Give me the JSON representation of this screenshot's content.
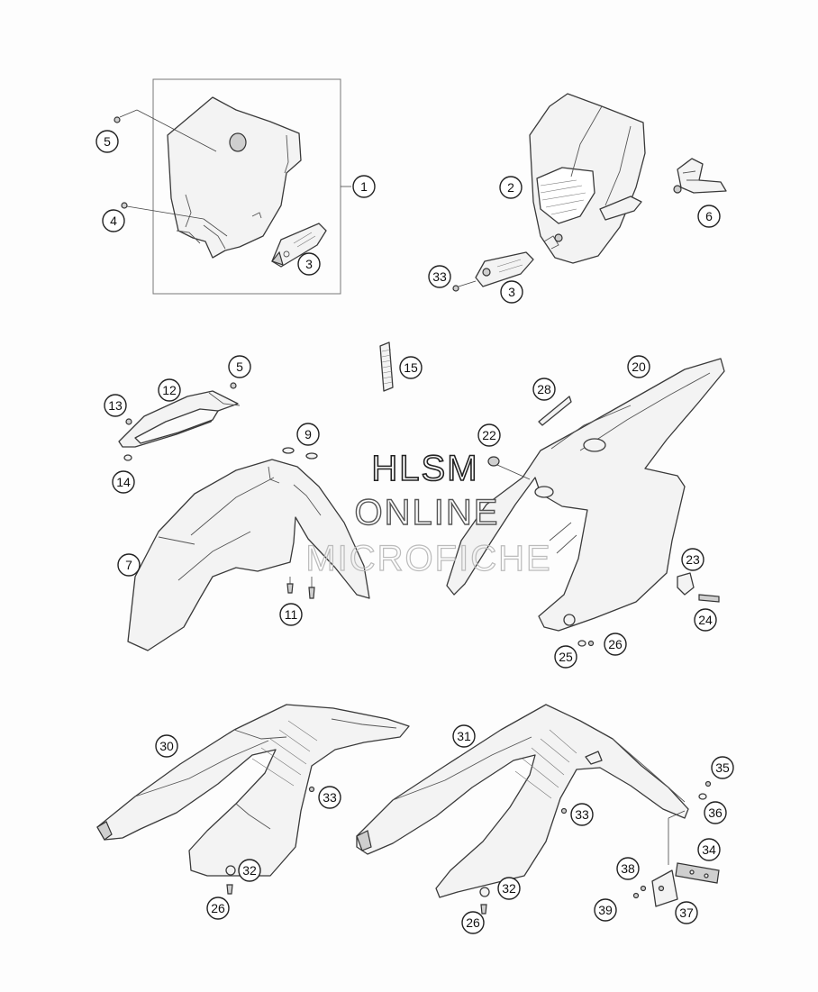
{
  "diagram": {
    "callouts": [
      {
        "id": "c1",
        "label": "1"
      },
      {
        "id": "c2",
        "label": "2"
      },
      {
        "id": "c3a",
        "label": "3"
      },
      {
        "id": "c3b",
        "label": "3"
      },
      {
        "id": "c4",
        "label": "4"
      },
      {
        "id": "c5a",
        "label": "5"
      },
      {
        "id": "c5b",
        "label": "5"
      },
      {
        "id": "c6",
        "label": "6"
      },
      {
        "id": "c7",
        "label": "7"
      },
      {
        "id": "c9",
        "label": "9"
      },
      {
        "id": "c11",
        "label": "11"
      },
      {
        "id": "c12",
        "label": "12"
      },
      {
        "id": "c13",
        "label": "13"
      },
      {
        "id": "c14",
        "label": "14"
      },
      {
        "id": "c15",
        "label": "15"
      },
      {
        "id": "c20",
        "label": "20"
      },
      {
        "id": "c22",
        "label": "22"
      },
      {
        "id": "c23",
        "label": "23"
      },
      {
        "id": "c24",
        "label": "24"
      },
      {
        "id": "c25",
        "label": "25"
      },
      {
        "id": "c26a",
        "label": "26"
      },
      {
        "id": "c26b",
        "label": "26"
      },
      {
        "id": "c26c",
        "label": "26"
      },
      {
        "id": "c28",
        "label": "28"
      },
      {
        "id": "c30",
        "label": "30"
      },
      {
        "id": "c31",
        "label": "31"
      },
      {
        "id": "c32a",
        "label": "32"
      },
      {
        "id": "c32b",
        "label": "32"
      },
      {
        "id": "c33a",
        "label": "33"
      },
      {
        "id": "c33b",
        "label": "33"
      },
      {
        "id": "c33c",
        "label": "33"
      },
      {
        "id": "c34",
        "label": "34"
      },
      {
        "id": "c35",
        "label": "35"
      },
      {
        "id": "c36",
        "label": "36"
      },
      {
        "id": "c37",
        "label": "37"
      },
      {
        "id": "c38",
        "label": "38"
      },
      {
        "id": "c39",
        "label": "39"
      }
    ]
  },
  "watermark": {
    "line1": "HLSM",
    "line2": "ONLINE",
    "line3": "MICROFICHE"
  }
}
